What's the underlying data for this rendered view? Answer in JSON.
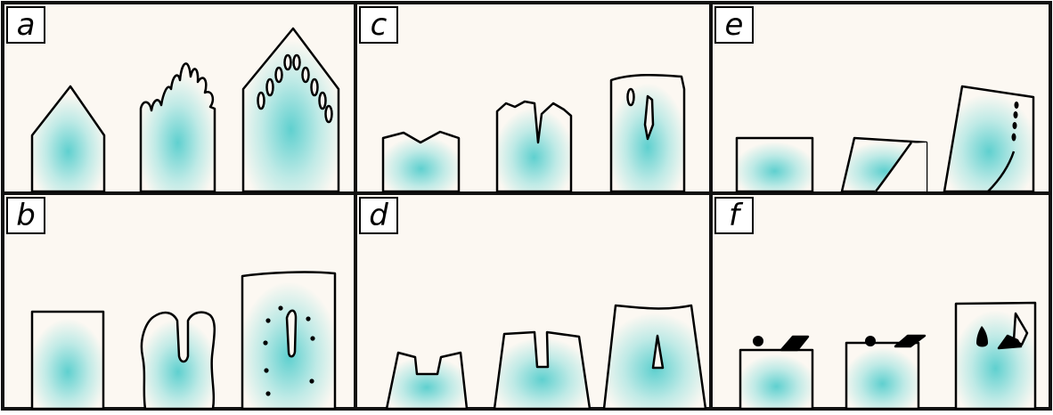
{
  "panels": [
    {
      "id": "a",
      "label": "a"
    },
    {
      "id": "b",
      "label": "b"
    },
    {
      "id": "c",
      "label": "c"
    },
    {
      "id": "d",
      "label": "d"
    },
    {
      "id": "e",
      "label": "e"
    },
    {
      "id": "f",
      "label": "f"
    }
  ],
  "colors": {
    "background": "#fcf8f2",
    "frame": "#111111",
    "glow_center": "#5fd0cf",
    "glow_edge": "#fcf8f2"
  }
}
